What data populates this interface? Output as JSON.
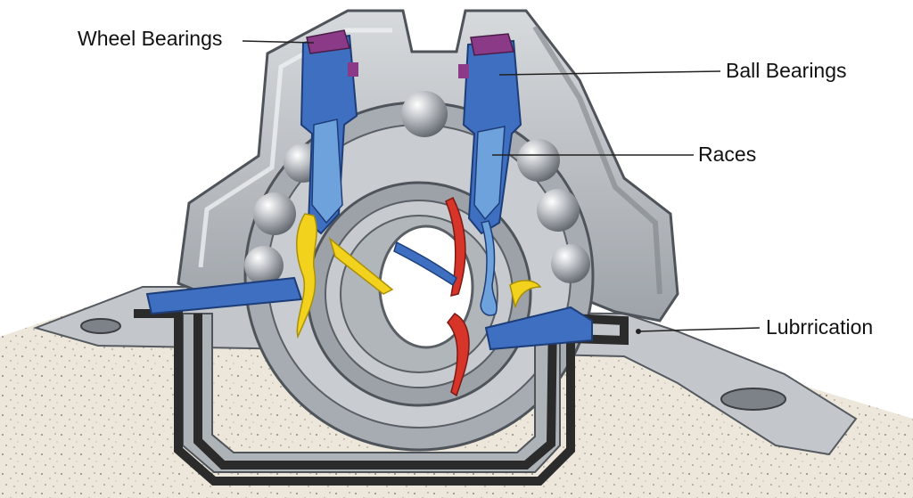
{
  "labels": {
    "wheel_bearings": "Wheel Bearings",
    "ball_bearings": "Ball Bearings",
    "races": "Races",
    "lubrication": "Lubrrication"
  },
  "colors": {
    "housing": "#b9bdc2",
    "housing_dark": "#8d9298",
    "housing_light": "#e6e8ea",
    "seal_blue": "#3f6fc0",
    "race_light_blue": "#6ea2dc",
    "cap_purple": "#8a3a86",
    "lube_yellow": "#f2d21c",
    "lube_red": "#d8352a",
    "ground": "#e9e4d6",
    "gasket": "#2c2c2c"
  }
}
